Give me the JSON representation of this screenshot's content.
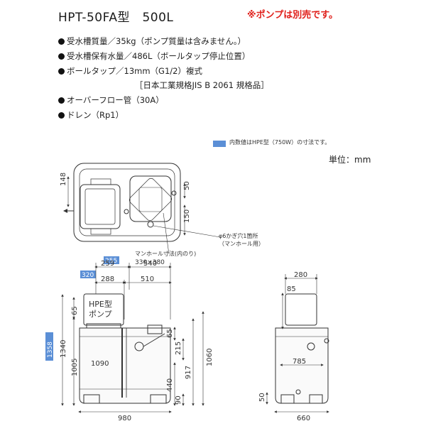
{
  "header": {
    "model": "HPT-50FA型　500L",
    "note": "※ポンプは別売です。"
  },
  "specs": [
    "受水槽質量／35kg（ポンプ質量は含みません。）",
    "受水槽保有水量／486L（ボールタップ停止位置）",
    "ボールタップ／13mm（G1/2）複式",
    "［日本工業規格JIS B 2061 規格品］",
    "オーバーフロー管（30A）",
    "ドレン（Rp1）"
  ],
  "legend": {
    "swatch_color": "#5b8fd6",
    "text": "内数値はHPE型（750W）の寸法です。"
  },
  "unit": "単位：mm",
  "dims": {
    "d148": "148",
    "d50": "50",
    "d150": "150",
    "hole": "φ6かぎ穴1箇所",
    "hole_sub": "（マンホール用）",
    "manhole": "マンホール寸法(内のり)",
    "manhole_val": "330×380",
    "hpe255": "255",
    "hpe320": "320",
    "d259": "259",
    "d540": "540",
    "d288": "288",
    "d510": "510",
    "pump1": "HPE型",
    "pump2": "ポンプ",
    "d65": "65",
    "hpe1358": "1358",
    "d1340": "1340",
    "d1005": "1005",
    "d1090": "1090",
    "d65b": "65",
    "d215": "215",
    "d917": "917",
    "d1060": "1060",
    "d440": "440",
    "d90": "90",
    "d980": "980",
    "d280": "280",
    "d85": "85",
    "d785": "785",
    "d50b": "50",
    "d660": "660"
  },
  "colors": {
    "line": "#333333",
    "accent": "#5b8fd6",
    "tank_fill": "#f4f4f4"
  }
}
